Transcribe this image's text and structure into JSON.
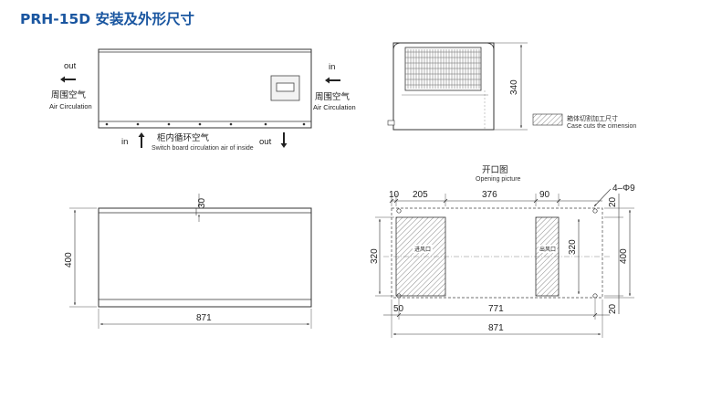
{
  "title": "PRH-15D 安装及外形尺寸",
  "front_view": {
    "out_label": "out",
    "in_label": "in",
    "ambient_air_cn": "周围空气",
    "ambient_air_en": "Air Circulation",
    "cabinet_air_cn": "柜内循环空气",
    "cabinet_air_en": "Switch board circulation air of inside"
  },
  "side_view": {
    "height_dim": "340",
    "legend_cn": "箱体切割加工尺寸",
    "legend_en": "Case cuts the cimension"
  },
  "bottom_view": {
    "top_dim": "30",
    "height_dim": "400",
    "width_dim": "871"
  },
  "opening": {
    "title_cn": "开口图",
    "title_en": "Opening picture",
    "top_dims": [
      "10",
      "205",
      "376",
      "90"
    ],
    "hole_spec": "4–Φ9",
    "left_dim": "320",
    "inner_dim": "320",
    "right_top_dim": "20",
    "right_dim": "400",
    "right_bottom_dim": "20",
    "bottom_left_dim": "50",
    "bottom_mid_dim": "771",
    "overall_width": "871",
    "inlet_label": "进风口",
    "outlet_label": "出风口"
  }
}
